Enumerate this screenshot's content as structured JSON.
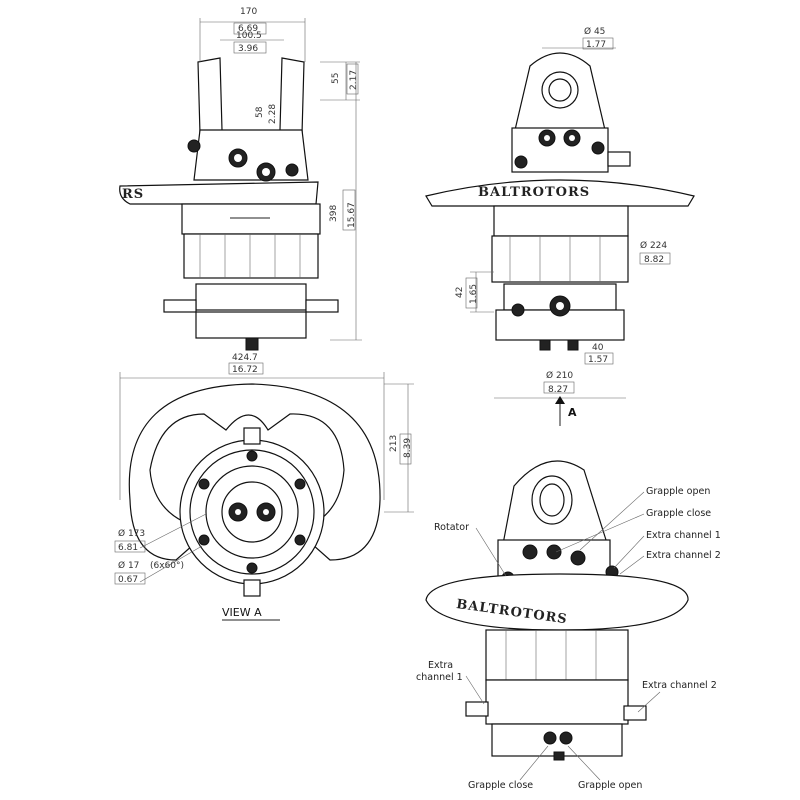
{
  "dimensions": {
    "width_mm": "170",
    "width_in": "6.69",
    "clevis_mm": "100.5",
    "clevis_in": "3.96",
    "top_mm": "55",
    "top_in": "2.17",
    "pin_center_mm": "58",
    "pin_center_in": "2.28",
    "height_mm": "398",
    "height_in": "15.67",
    "pin_dia_mm": "Ø 45",
    "pin_dia_in": "1.77",
    "body_dia_mm": "Ø 224",
    "body_dia_in": "8.82",
    "stator_mm": "42",
    "stator_in": "1.65",
    "port_mm": "40",
    "port_in": "1.57",
    "bottom_dia_mm": "Ø 210",
    "bottom_dia_in": "8.27",
    "handle_width_mm": "424.7",
    "handle_width_in": "16.72",
    "handle_depth_mm": "213",
    "handle_depth_in": "8.39",
    "pcd_mm": "Ø 173",
    "pcd_in": "6.81",
    "holes_mm": "Ø 17",
    "holes_note": "(6x60°)",
    "holes_in": "0.67"
  },
  "labels": {
    "view_arrow": "A",
    "view_title": "VIEW A",
    "brand": "BALTROTORS",
    "brand_partial": "RS",
    "grapple_open": "Grapple open",
    "grapple_close": "Grapple close",
    "extra_1": "Extra channel 1",
    "extra_2": "Extra channel 2",
    "rotator": "Rotator",
    "extra_1_line1": "Extra",
    "extra_1_line2": "channel 1",
    "extra_2_bottom": "Extra channel 2",
    "bottom_grapple_close": "Grapple close",
    "bottom_grapple_open": "Grapple open"
  }
}
